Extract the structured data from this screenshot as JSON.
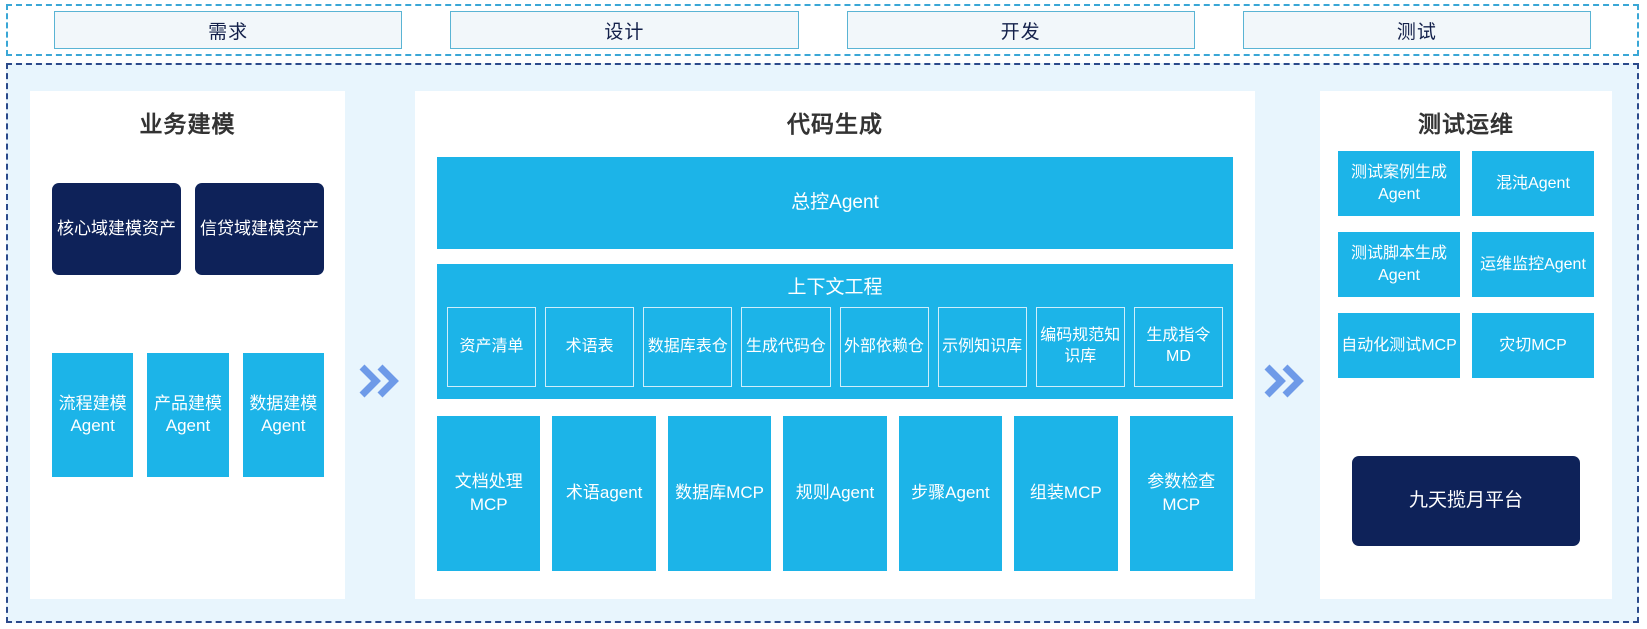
{
  "phases": {
    "items": [
      {
        "label": "需求"
      },
      {
        "label": "设计"
      },
      {
        "label": "开发"
      },
      {
        "label": "测试"
      }
    ]
  },
  "separators": {
    "glyph": "»"
  },
  "business_modeling": {
    "title": "业务建模",
    "assets": [
      {
        "label": "核心域建模资产"
      },
      {
        "label": "信贷域建模资产"
      }
    ],
    "agents": [
      {
        "label": "流程建模Agent"
      },
      {
        "label": "产品建模Agent"
      },
      {
        "label": "数据建模Agent"
      }
    ]
  },
  "code_generation": {
    "title": "代码生成",
    "master_agent": "总控Agent",
    "context_engineering": {
      "title": "上下文工程",
      "items": [
        {
          "label": "资产清单"
        },
        {
          "label": "术语表"
        },
        {
          "label": "数据库表仓"
        },
        {
          "label": "生成代码仓"
        },
        {
          "label": "外部依赖仓"
        },
        {
          "label": "示例知识库"
        },
        {
          "label": "编码规范知识库"
        },
        {
          "label": "生成指令MD"
        }
      ]
    },
    "tools": [
      {
        "label": "文档处理MCP"
      },
      {
        "label": "术语agent"
      },
      {
        "label": "数据库MCP"
      },
      {
        "label": "规则Agent"
      },
      {
        "label": "步骤Agent"
      },
      {
        "label": "组装MCP"
      },
      {
        "label": "参数检查MCP"
      }
    ]
  },
  "test_ops": {
    "title": "测试运维",
    "items": [
      {
        "label": "测试案例生成Agent"
      },
      {
        "label": "混沌Agent"
      },
      {
        "label": "测试脚本生成Agent"
      },
      {
        "label": "运维监控Agent"
      },
      {
        "label": "自动化测试MCP"
      },
      {
        "label": "灾切MCP"
      }
    ],
    "platform": "九天揽月平台"
  },
  "colors": {
    "cyan": "#1cb4e8",
    "navy": "#0e2259",
    "panel_bg": "#e8f5fd",
    "chevron": "#6e9ae8",
    "phase_border": "#5ab4d4",
    "phase_fill": "#f2f7fa"
  }
}
